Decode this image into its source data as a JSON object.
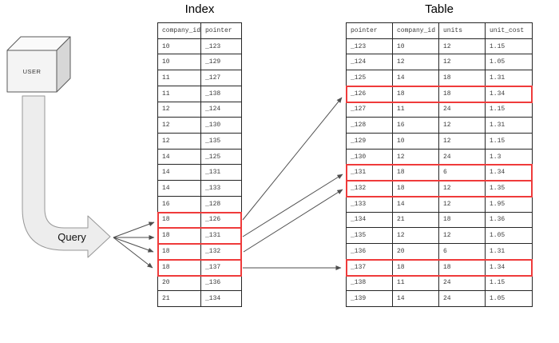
{
  "titles": {
    "index": "Index",
    "table": "Table"
  },
  "user_label": "USER",
  "query_label": "Query",
  "highlight_color": "#ef3b3b",
  "index_table": {
    "headers": [
      "company_id",
      "pointer"
    ],
    "rows": [
      [
        "10",
        "_123"
      ],
      [
        "10",
        "_129"
      ],
      [
        "11",
        "_127"
      ],
      [
        "11",
        "_138"
      ],
      [
        "12",
        "_124"
      ],
      [
        "12",
        "_130"
      ],
      [
        "12",
        "_135"
      ],
      [
        "14",
        "_125"
      ],
      [
        "14",
        "_131"
      ],
      [
        "14",
        "_133"
      ],
      [
        "16",
        "_128"
      ],
      [
        "18",
        "_126"
      ],
      [
        "18",
        "_131"
      ],
      [
        "18",
        "_132"
      ],
      [
        "18",
        "_137"
      ],
      [
        "20",
        "_136"
      ],
      [
        "21",
        "_134"
      ]
    ],
    "highlighted_rows": [
      11,
      12,
      13,
      14
    ]
  },
  "data_table": {
    "headers": [
      "pointer",
      "company_id",
      "units",
      "unit_cost"
    ],
    "rows": [
      [
        "_123",
        "10",
        "12",
        "1.15"
      ],
      [
        "_124",
        "12",
        "12",
        "1.05"
      ],
      [
        "_125",
        "14",
        "18",
        "1.31"
      ],
      [
        "_126",
        "18",
        "18",
        "1.34"
      ],
      [
        "_127",
        "11",
        "24",
        "1.15"
      ],
      [
        "_128",
        "16",
        "12",
        "1.31"
      ],
      [
        "_129",
        "10",
        "12",
        "1.15"
      ],
      [
        "_130",
        "12",
        "24",
        "1.3"
      ],
      [
        "_131",
        "18",
        "6",
        "1.34"
      ],
      [
        "_132",
        "18",
        "12",
        "1.35"
      ],
      [
        "_133",
        "14",
        "12",
        "1.95"
      ],
      [
        "_134",
        "21",
        "18",
        "1.36"
      ],
      [
        "_135",
        "12",
        "12",
        "1.05"
      ],
      [
        "_136",
        "20",
        "6",
        "1.31"
      ],
      [
        "_137",
        "18",
        "18",
        "1.34"
      ],
      [
        "_138",
        "11",
        "24",
        "1.15"
      ],
      [
        "_139",
        "14",
        "24",
        "1.05"
      ]
    ],
    "highlighted_rows": [
      3,
      8,
      9,
      14
    ]
  }
}
